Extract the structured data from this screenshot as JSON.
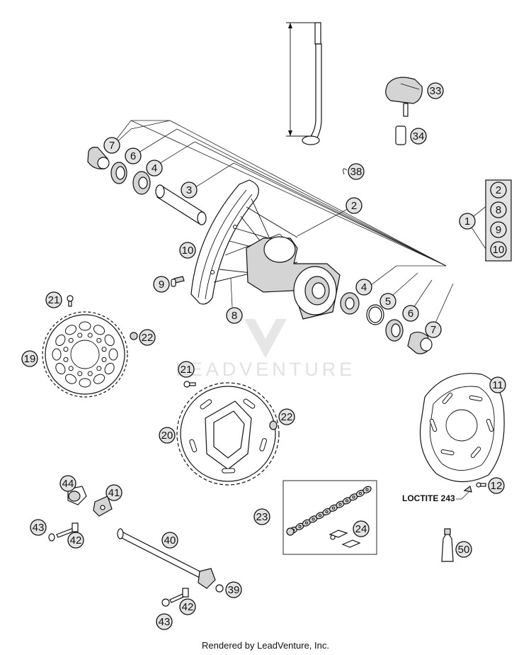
{
  "footer_text": "Rendered by LeadVenture, Inc.",
  "watermark_text": "LEADVENTURE",
  "loctite_label": "LOCTITE 243",
  "kit": {
    "number": "1",
    "contents": [
      "2",
      "8",
      "9",
      "10"
    ]
  },
  "callouts": [
    {
      "id": "c7a",
      "label": "7"
    },
    {
      "id": "c6a",
      "label": "6"
    },
    {
      "id": "c4a",
      "label": "4"
    },
    {
      "id": "c3",
      "label": "3"
    },
    {
      "id": "c2",
      "label": "2"
    },
    {
      "id": "c10",
      "label": "10"
    },
    {
      "id": "c9",
      "label": "9"
    },
    {
      "id": "c8",
      "label": "8"
    },
    {
      "id": "c4b",
      "label": "4"
    },
    {
      "id": "c5",
      "label": "5"
    },
    {
      "id": "c6b",
      "label": "6"
    },
    {
      "id": "c7b",
      "label": "7"
    },
    {
      "id": "c33",
      "label": "33"
    },
    {
      "id": "c34",
      "label": "34"
    },
    {
      "id": "c38",
      "label": "38"
    },
    {
      "id": "c21a",
      "label": "21"
    },
    {
      "id": "c22a",
      "label": "22"
    },
    {
      "id": "c19",
      "label": "19"
    },
    {
      "id": "c21b",
      "label": "21"
    },
    {
      "id": "c20",
      "label": "20"
    },
    {
      "id": "c22b",
      "label": "22"
    },
    {
      "id": "c11",
      "label": "11"
    },
    {
      "id": "c12",
      "label": "12"
    },
    {
      "id": "c44",
      "label": "44"
    },
    {
      "id": "c41",
      "label": "41"
    },
    {
      "id": "c43a",
      "label": "43"
    },
    {
      "id": "c42a",
      "label": "42"
    },
    {
      "id": "c40",
      "label": "40"
    },
    {
      "id": "c39",
      "label": "39"
    },
    {
      "id": "c42b",
      "label": "42"
    },
    {
      "id": "c43b",
      "label": "43"
    },
    {
      "id": "c23",
      "label": "23"
    },
    {
      "id": "c24",
      "label": "24"
    },
    {
      "id": "c50",
      "label": "50"
    }
  ]
}
